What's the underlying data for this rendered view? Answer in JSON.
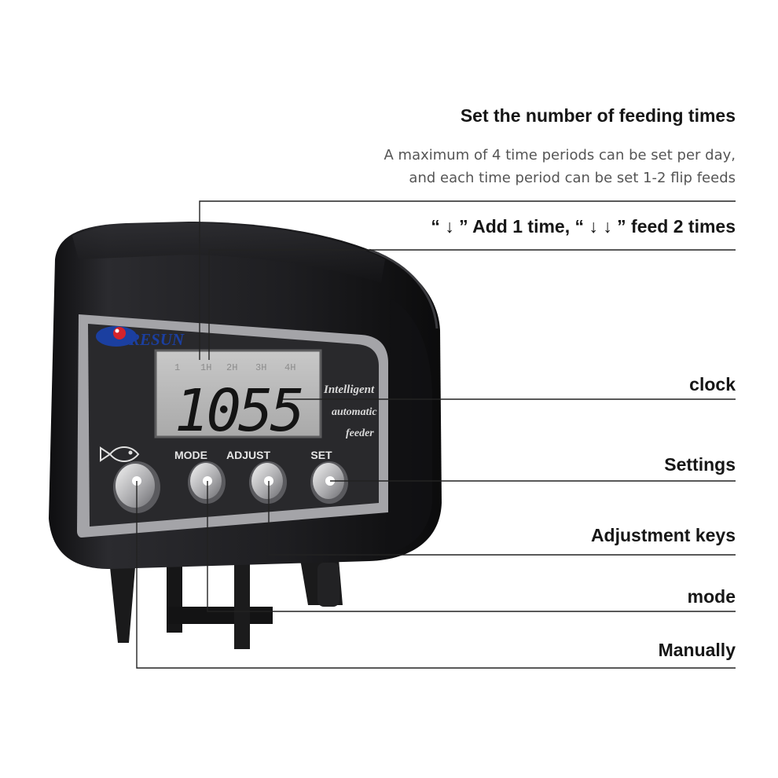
{
  "callouts": {
    "feeding_title": "Set the number of feeding times",
    "feeding_desc_line1": "A maximum of 4 time periods can be set per day,",
    "feeding_desc_line2": "and each time period can be set 1-2 flip feeds",
    "flip_info": "“ ↓ ” Add 1 time, “ ↓ ↓ ” feed 2 times",
    "clock": "clock",
    "settings": "Settings",
    "adjustment_keys": "Adjustment keys",
    "mode": "mode",
    "manually": "Manually"
  },
  "device": {
    "brand": "RESUN",
    "lcd_time": "1055",
    "lcd_periods": [
      "1",
      "1H",
      "2H",
      "3H",
      "4H"
    ],
    "tagline": [
      "Intelligent",
      "automatic",
      "feeder"
    ],
    "buttons": {
      "mode": "MODE",
      "adjust": "ADJUST",
      "set": "SET"
    }
  },
  "colors": {
    "body": "#1c1c1e",
    "panel": "#2a2a2d",
    "bezel": "#9a9a9e",
    "lcd": "#bcbcbc",
    "lcd_digits": "#111111",
    "callout_line": "#222222"
  }
}
